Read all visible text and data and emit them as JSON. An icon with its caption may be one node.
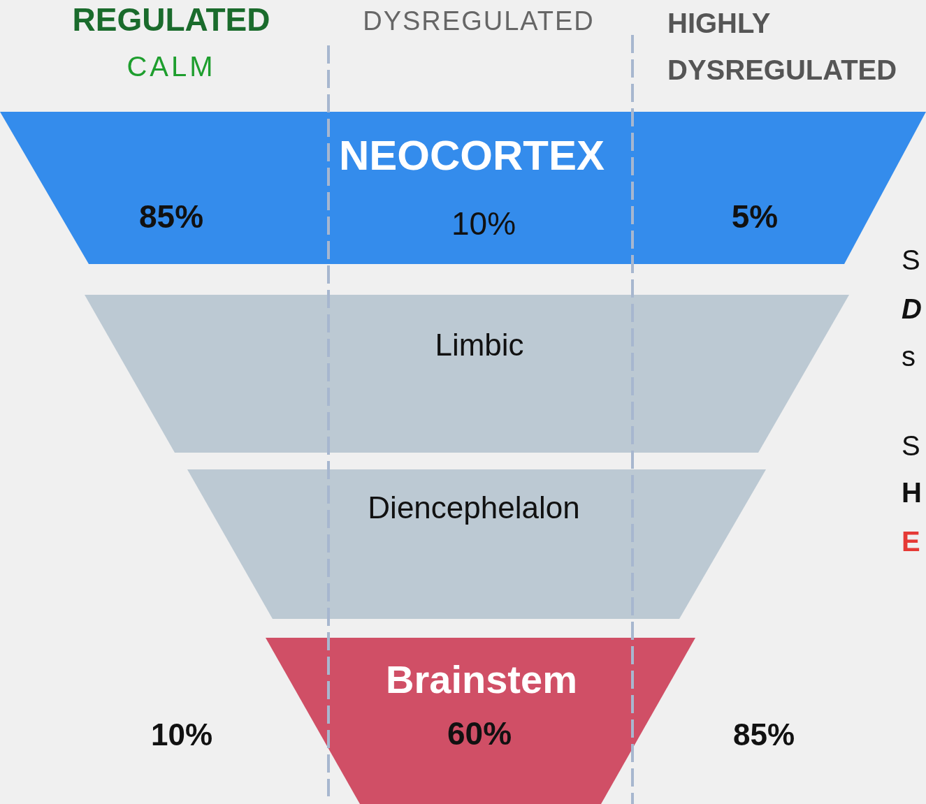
{
  "diagram": {
    "nodes": [
      {
        "text": [
          "NEOCORTEX",
          "85%",
          "10%",
          "5%"
        ]
      },
      {
        "text": [
          "Limbic"
        ]
      },
      {
        "text": [
          "Diencephelalon"
        ]
      },
      {
        "text": [
          "Brainstem",
          "60%"
        ],
        "beside": [
          "10%",
          "85%"
        ]
      }
    ],
    "labels": [
      "REGULATED",
      "CALM",
      "DYSREGULATED",
      "HIGHLY DYSREGULATED",
      "S",
      "D",
      "s",
      "S",
      "H",
      "E"
    ]
  }
}
